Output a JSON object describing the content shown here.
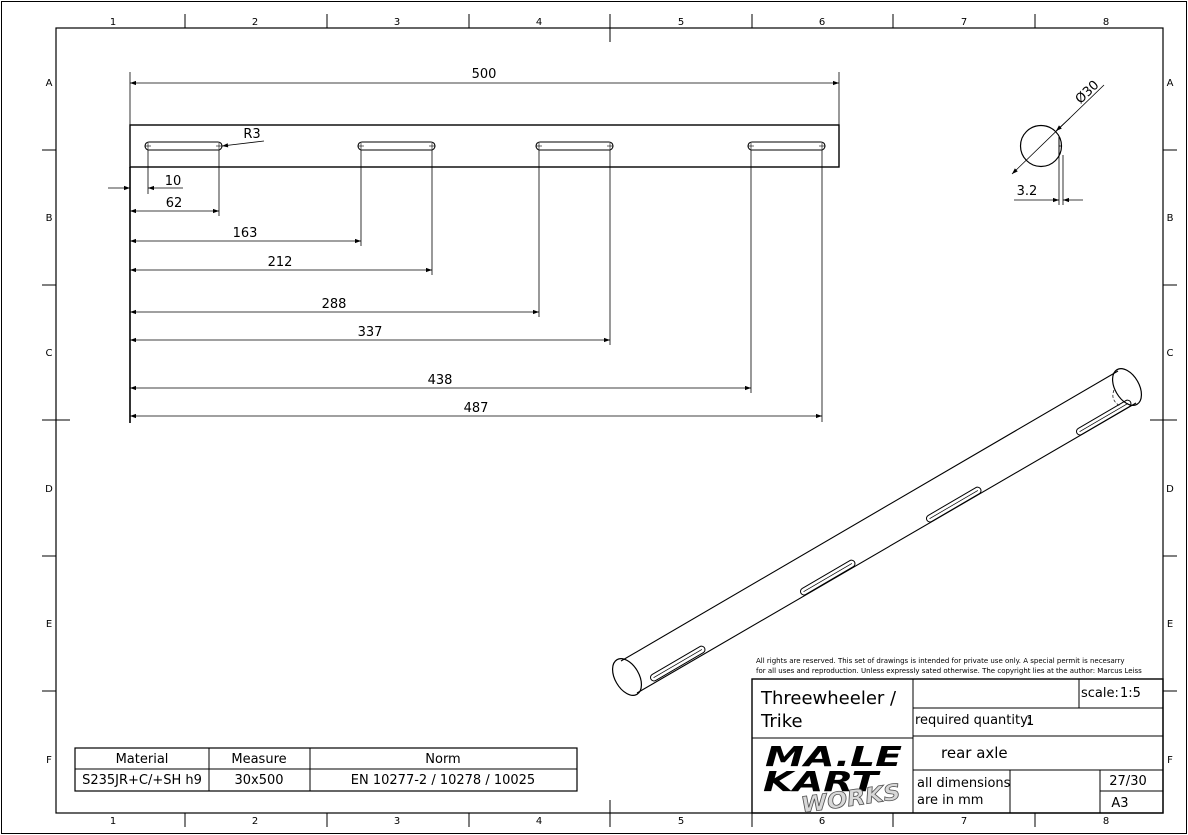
{
  "zones": {
    "columns": [
      "1",
      "2",
      "3",
      "4",
      "5",
      "6",
      "7",
      "8"
    ],
    "rows": [
      "A",
      "B",
      "C",
      "D",
      "E",
      "F"
    ]
  },
  "top_view": {
    "overall_length": "500",
    "slot_radius": "R3",
    "dims": [
      "10",
      "62",
      "163",
      "212",
      "288",
      "337",
      "438",
      "487"
    ]
  },
  "section": {
    "diameter": "Ø30",
    "flat_width": "3.2"
  },
  "copyright": {
    "line1": "All rights are reserved. This set of drawings is intended for private use only. A special permit is necesarry",
    "line2": "for all uses and reproduction. Unless expressly sated otherwise. The copyright lies at the author: Marcus Leiss"
  },
  "title_block": {
    "project_line1": "Threewheeler /",
    "project_line2": "Trike",
    "scale_label": "scale:",
    "scale_value": "1:5",
    "quantity_label": "required quantity:",
    "quantity_value": "1",
    "part_name": "rear axle",
    "dims_note_line1": "all dimensions",
    "dims_note_line2": "are in mm",
    "sheet": "27/30",
    "format": "A3",
    "logo_line1": "MA.LE",
    "logo_line2": "KART",
    "logo_line3": "WORKS"
  },
  "material_table": {
    "headers": [
      "Material",
      "Measure",
      "Norm"
    ],
    "row": [
      "S235JR+C/+SH h9",
      "30x500",
      "EN 10277-2 / 10278 / 10025"
    ]
  }
}
